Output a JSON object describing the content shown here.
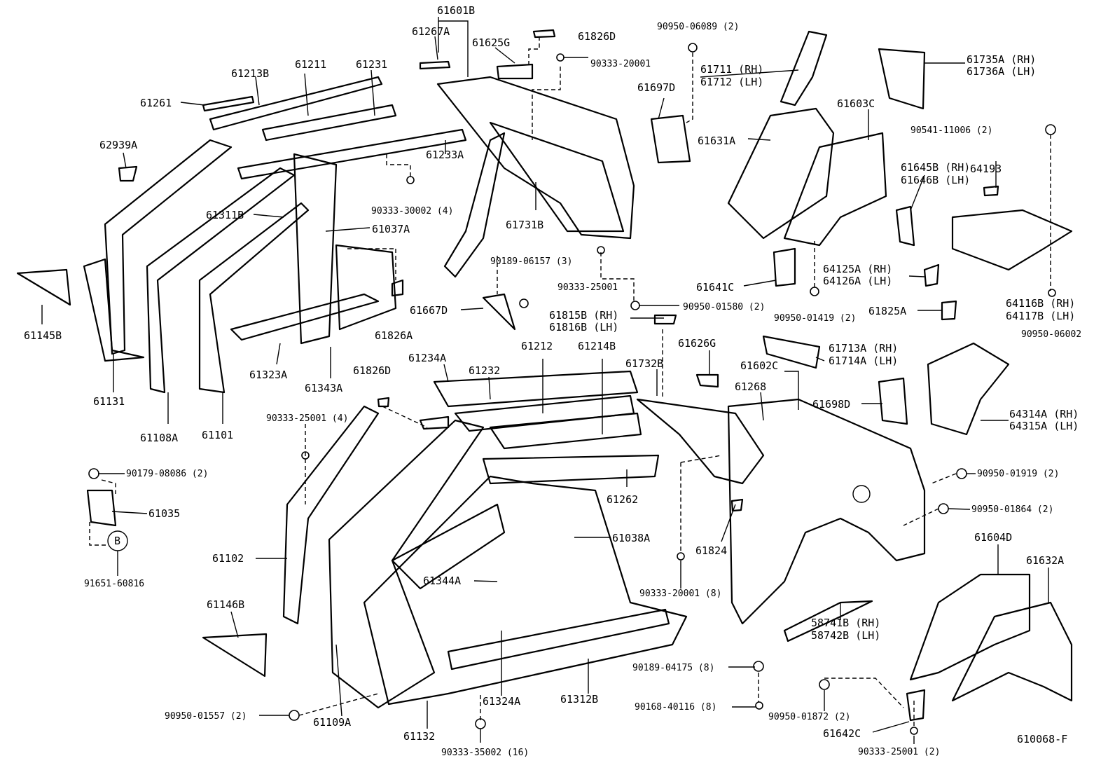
{
  "diagram_code": "610068-F",
  "callout_letter": "B",
  "part_labels": [
    "61601B",
    "61267A",
    "61625G",
    "61826D",
    "90333-20001",
    "90950-06089 (2)",
    "61711 (RH)",
    "61712 (LH)",
    "61735A (RH)",
    "61736A (LH)",
    "61211",
    "61231",
    "61213B",
    "61261",
    "62939A",
    "61233A",
    "90333-30002 (4)",
    "61697D",
    "61631A",
    "61603C",
    "90541-11006 (2)",
    "64193",
    "61645B (RH)",
    "61646B (LH)",
    "61311B",
    "61037A",
    "61731B",
    "61145B",
    "90189-06157 (3)",
    "90333-25001",
    "61826A",
    "61641C",
    "64125A (RH)",
    "64126A (LH)",
    "61667D",
    "90950-01580 (2)",
    "90950-01419 (2)",
    "61825A",
    "64116B (RH)",
    "64117B (LH)",
    "90950-06002",
    "61323A",
    "61343A",
    "61131",
    "61815B (RH)",
    "61816B (LH)",
    "61713A (RH)",
    "61714A (LH)",
    "61234A",
    "61232",
    "61212",
    "61214B",
    "61732B",
    "61626G",
    "61602C",
    "61108A",
    "61101",
    "61826D",
    "61268",
    "61698D",
    "64314A (RH)",
    "64315A (LH)",
    "90333-25001 (4)",
    "90179-08086 (2)",
    "90950-01919 (2)",
    "61035",
    "61262",
    "61038A",
    "90950-01864 (2)",
    "61102",
    "61824",
    "91651-60816",
    "61344A",
    "61604D",
    "61632A",
    "90333-20001 (8)",
    "61146B",
    "58741B (RH)",
    "58742B (LH)",
    "90189-04175 (8)",
    "90168-40116 (8)",
    "90950-01872 (2)",
    "90950-01557 (2)",
    "61109A",
    "61324A",
    "61312B",
    "61642C",
    "61132",
    "90333-35002 (16)",
    "90333-25001 (2)"
  ]
}
